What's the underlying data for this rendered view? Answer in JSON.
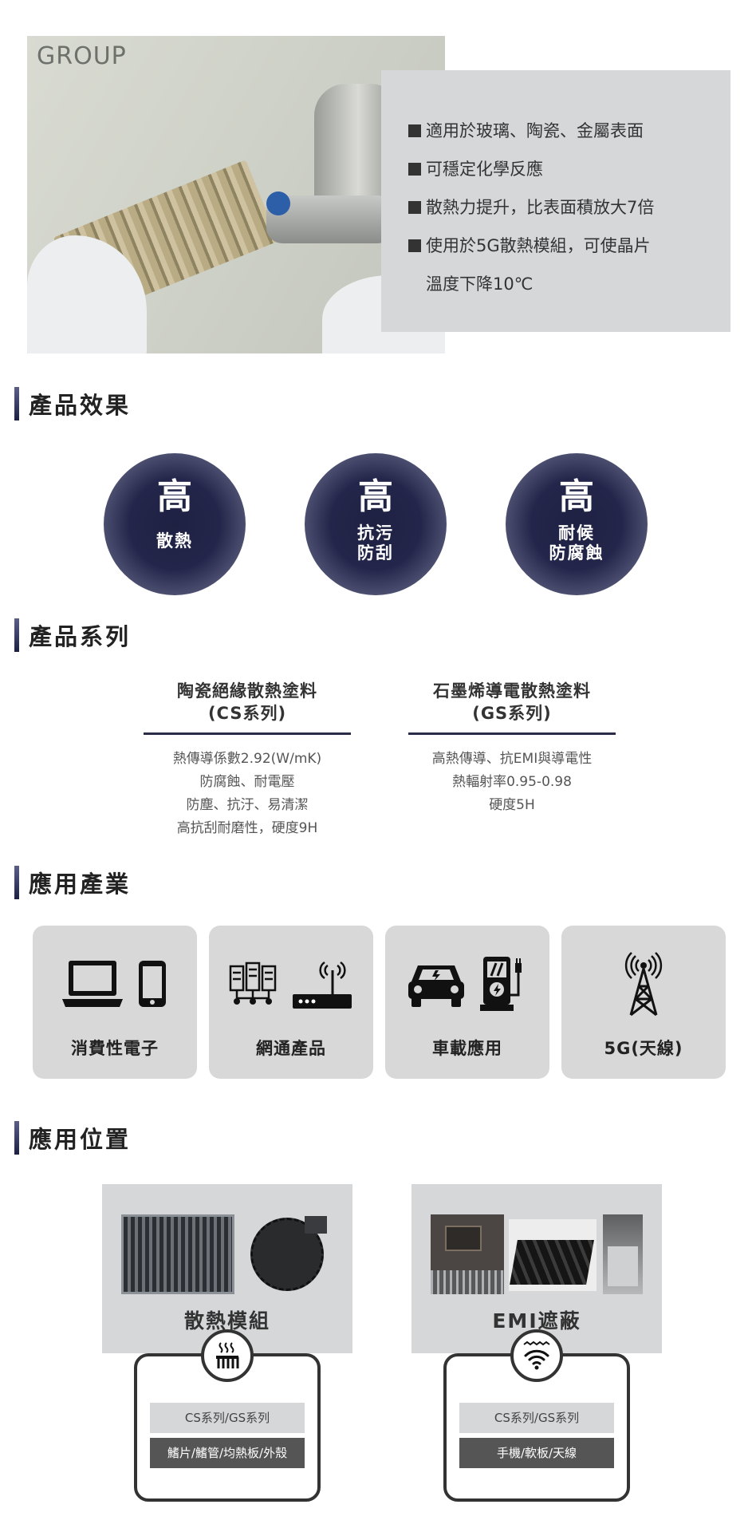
{
  "hero": {
    "logo": "GROUP",
    "bullets": [
      "適用於玻璃、陶瓷、金屬表面",
      "可穩定化學反應",
      "散熱力提升，比表面積放大7倍",
      "使用於5G散熱模組，可使晶片"
    ],
    "bullet_continuation": "溫度下降10℃"
  },
  "effects": {
    "title": "產品效果",
    "items": [
      {
        "big": "高",
        "line1": "散熱",
        "line2": ""
      },
      {
        "big": "高",
        "line1": "抗污",
        "line2": "防刮"
      },
      {
        "big": "高",
        "line1": "耐候",
        "line2": "防腐蝕"
      }
    ]
  },
  "series": {
    "title": "產品系列",
    "items": [
      {
        "name1": "陶瓷絕緣散熱塗料",
        "name2": "(CS系列)",
        "features": [
          "熱傳導係數2.92(W/mK)",
          "防腐蝕、耐電壓",
          "防塵、抗汙、易清潔",
          "高抗刮耐磨性，硬度9H"
        ]
      },
      {
        "name1": "石墨烯導電散熱塗料",
        "name2": "(GS系列)",
        "features": [
          "高熱傳導、抗EMI與導電性",
          "熱輻射率0.95-0.98",
          "硬度5H"
        ]
      }
    ]
  },
  "industries": {
    "title": "應用產業",
    "items": [
      {
        "label": "消費性電子",
        "icons": [
          "laptop-icon",
          "phone-icon"
        ]
      },
      {
        "label": "網通產品",
        "icons": [
          "server-icon",
          "router-icon"
        ]
      },
      {
        "label": "車載應用",
        "icons": [
          "car-icon",
          "ev-charger-icon"
        ]
      },
      {
        "label": "5G(天線)",
        "icons": [
          "antenna-tower-icon"
        ]
      }
    ]
  },
  "positions": {
    "title": "應用位置",
    "items": [
      {
        "title": "散熱模組",
        "icon": "heat-fins-icon",
        "series": "CS系列/GS系列",
        "parts": "鰭片/鰭管/均熱板/外殼"
      },
      {
        "title": "EMI遮蔽",
        "icon": "wifi-shield-icon",
        "series": "CS系列/GS系列",
        "parts": "手機/軟板/天線"
      }
    ]
  }
}
